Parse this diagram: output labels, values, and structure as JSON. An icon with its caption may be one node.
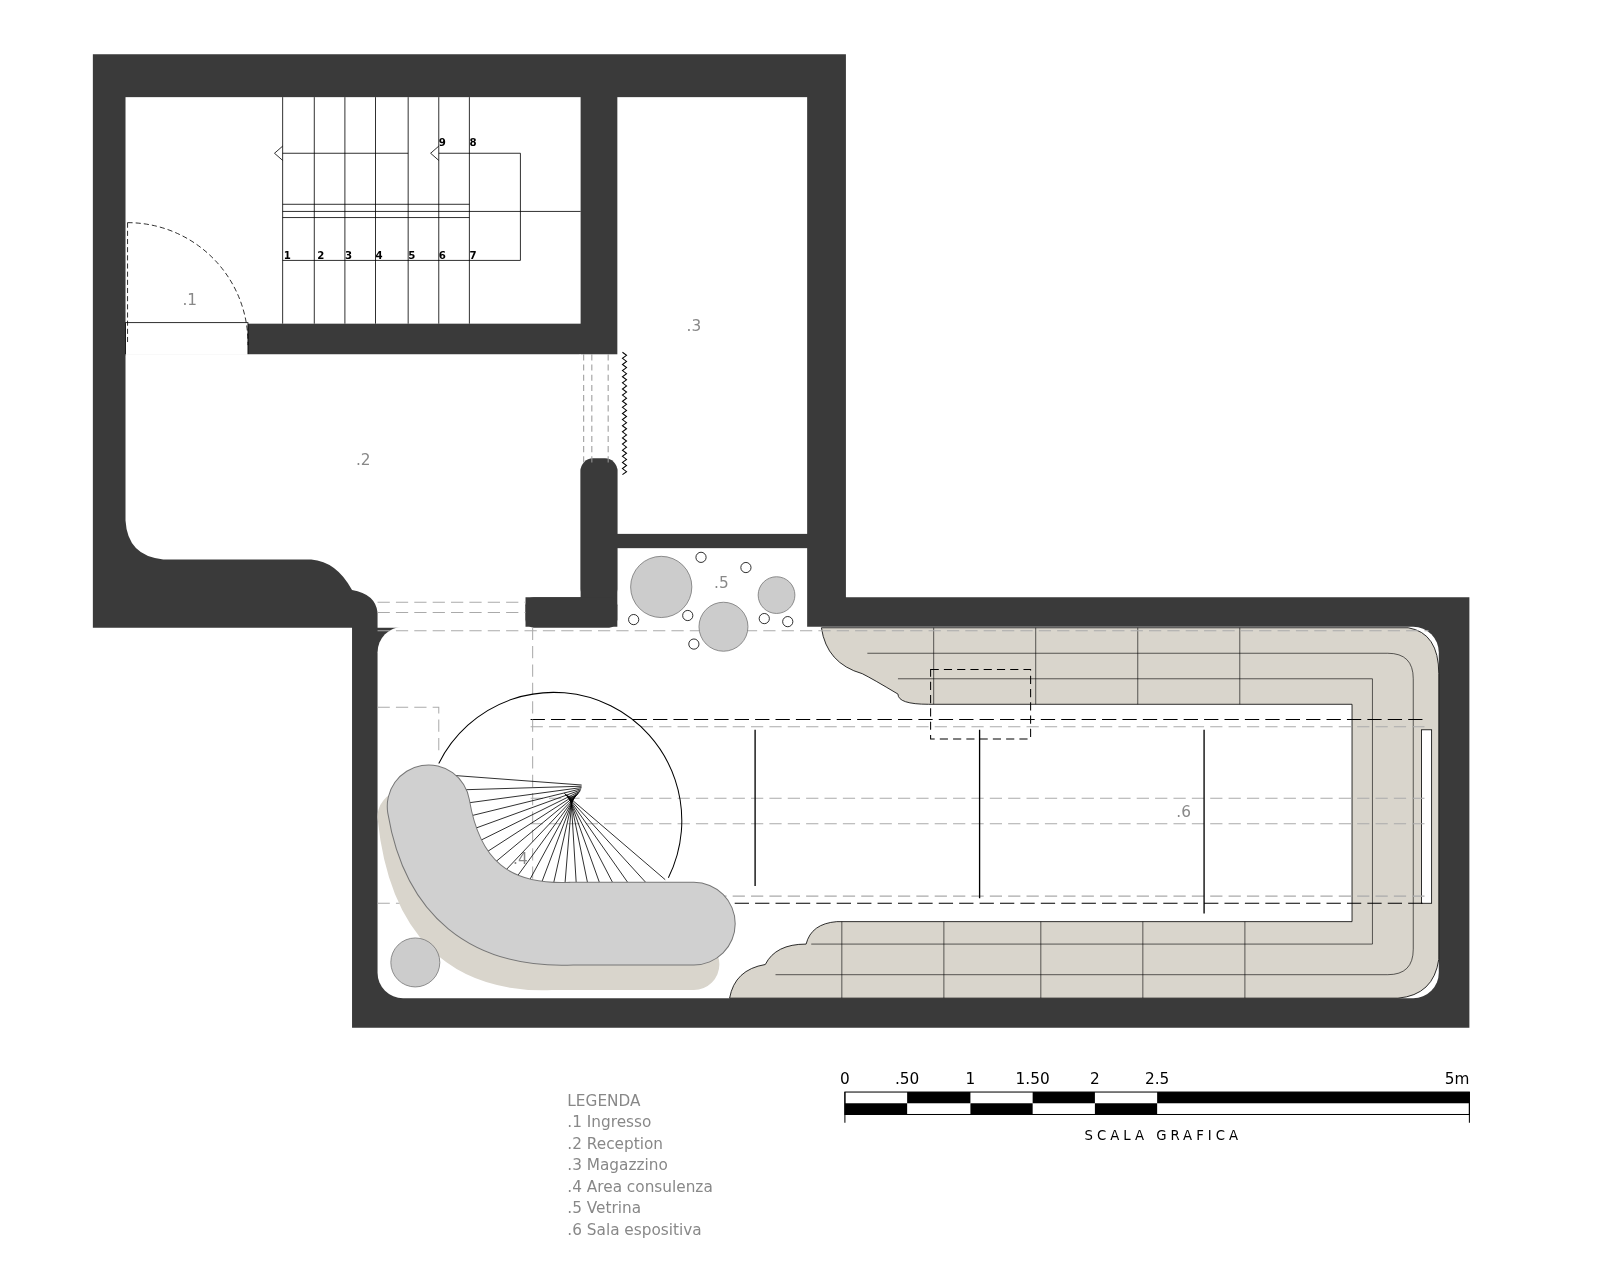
{
  "diagram": {
    "labels": [
      "9",
      "8",
      "1",
      "2",
      "3",
      "4",
      "5",
      "6",
      "7",
      ".1",
      ".3",
      ".2",
      ".5",
      ".6",
      ".4",
      "0",
      ".50",
      "1",
      "1.50",
      "2",
      "2.5",
      "5m",
      "LEGENDA",
      ".1 Ingresso",
      ".2 Reception",
      ".3 Magazzino",
      ".4 Area consulenza",
      ".5 Vetrina",
      ".6 Sala espositiva",
      "SCALA GRAFICA"
    ]
  }
}
